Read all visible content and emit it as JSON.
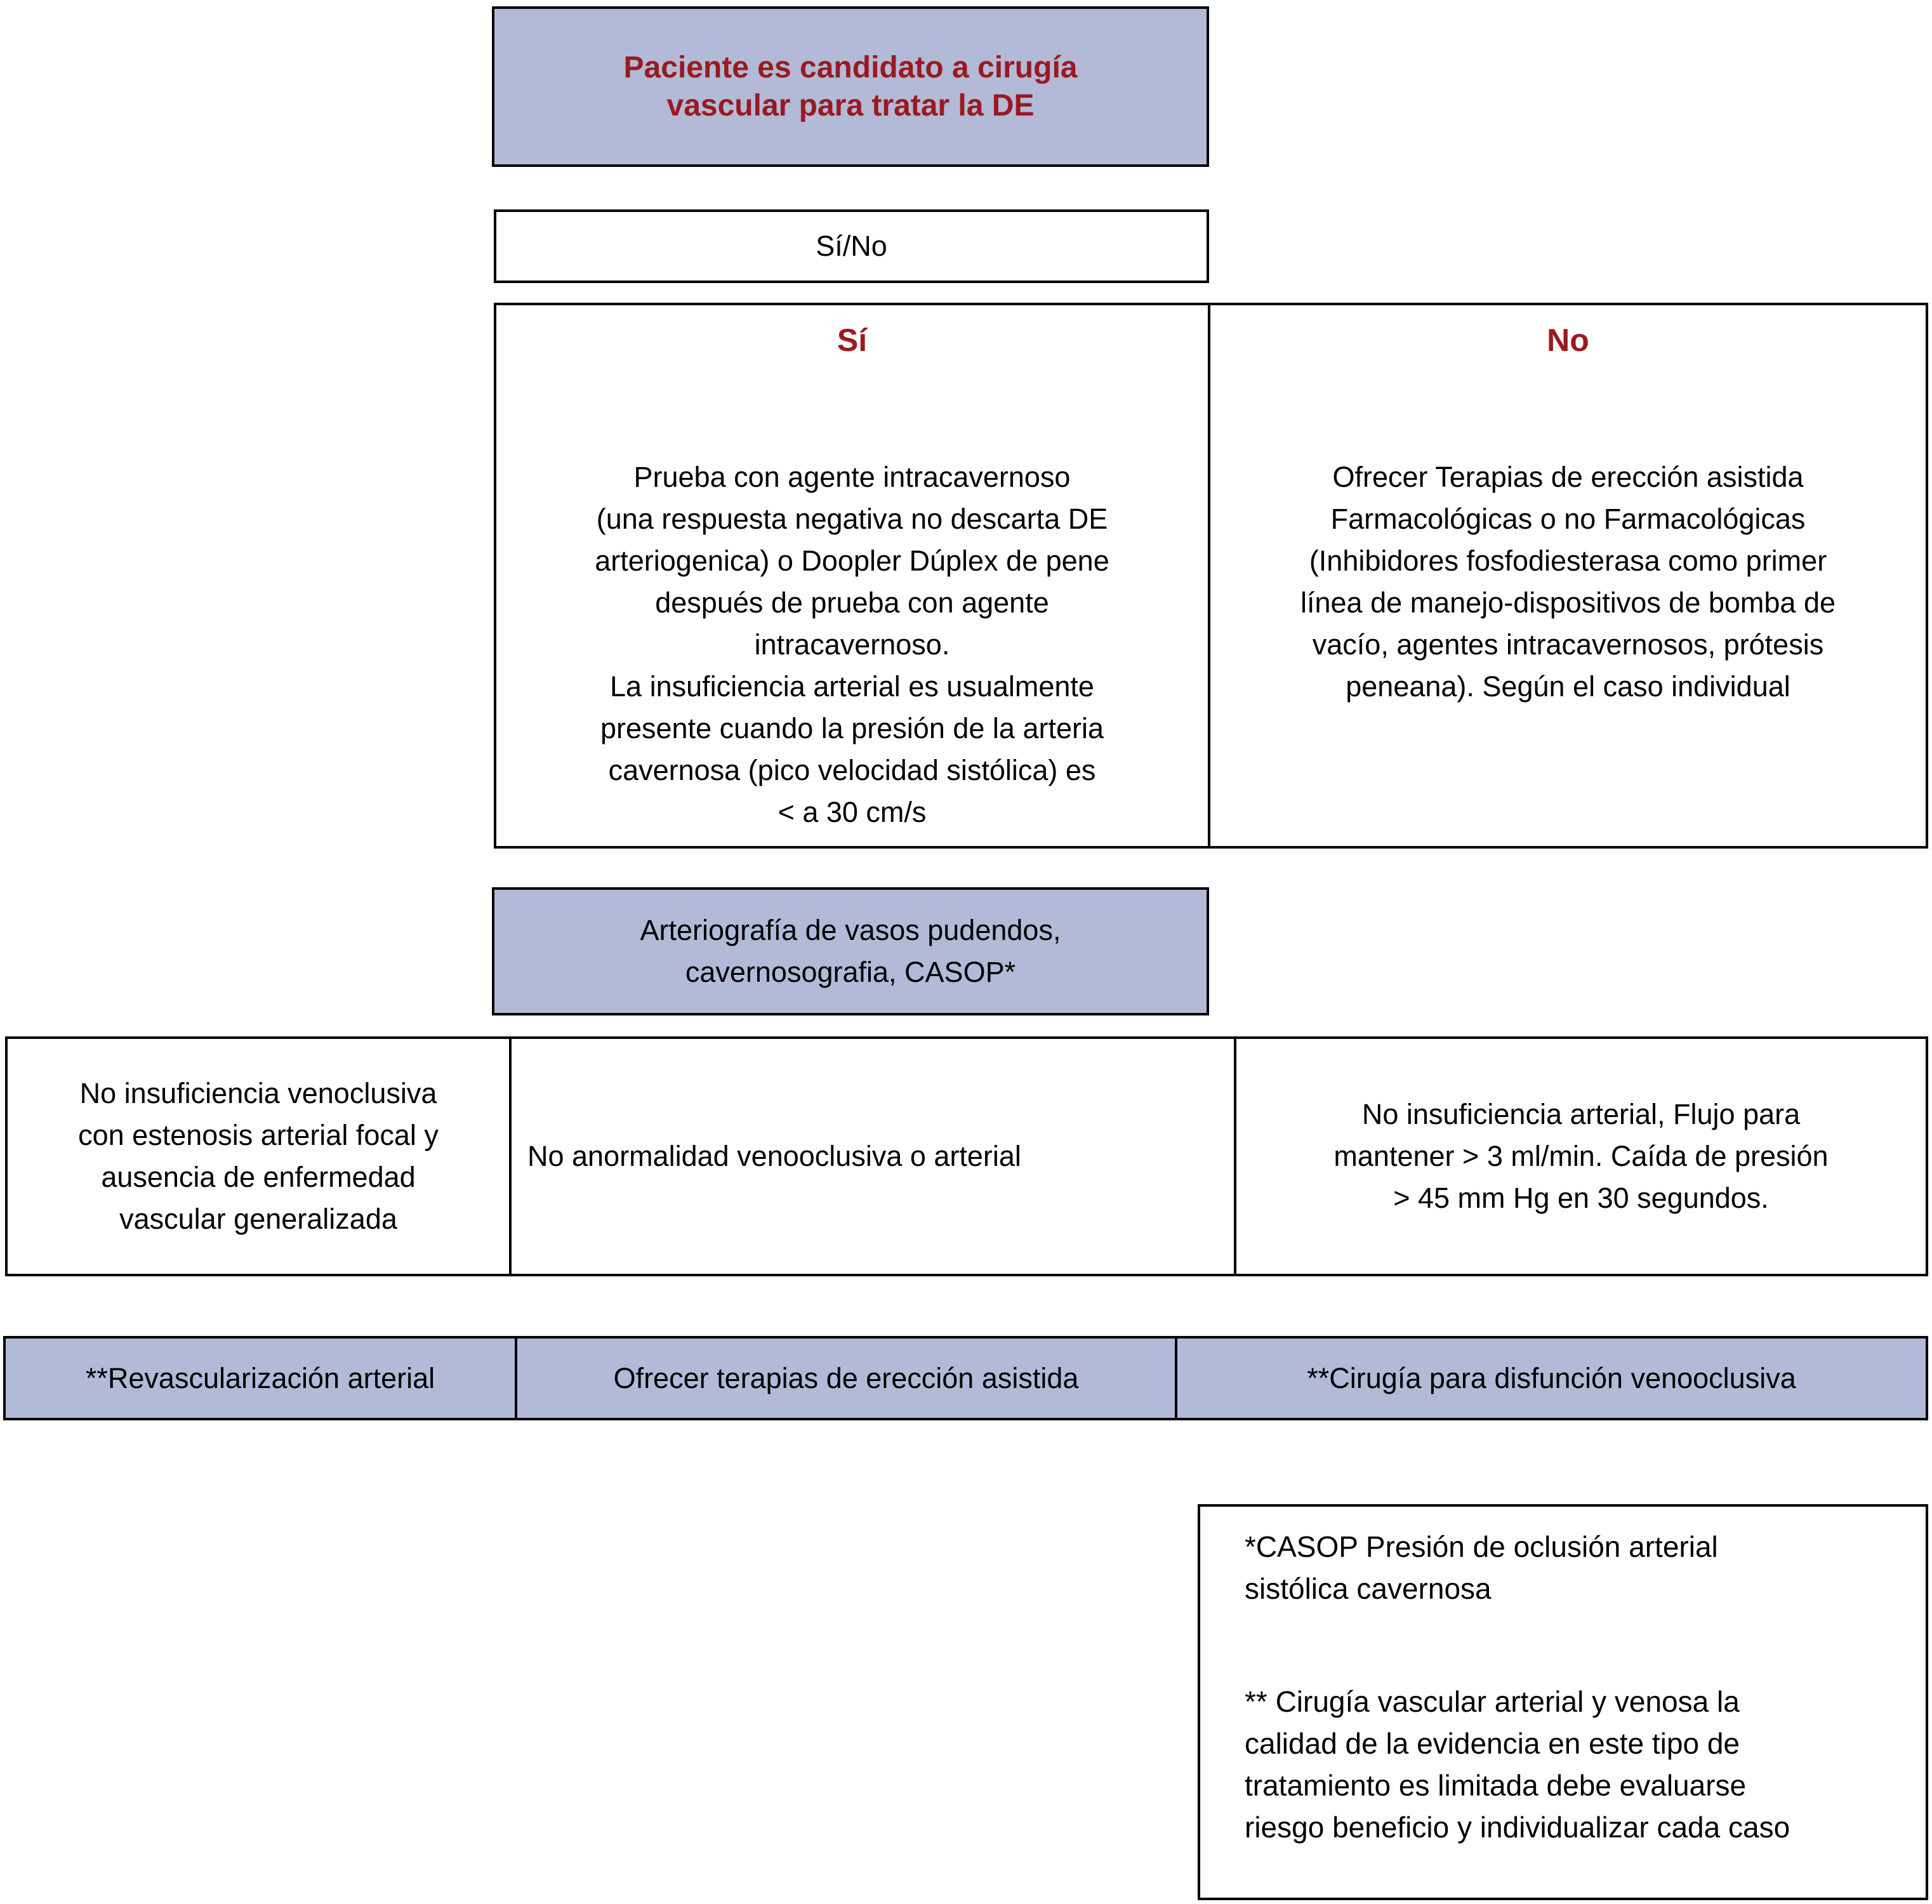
{
  "palette": {
    "box_fill_blue": "#b2bad8",
    "accent_dark_red": "#9b191e",
    "border_black": "#000000",
    "text_black": "#000000",
    "background_white": "#ffffff"
  },
  "flowchart": {
    "title_box": {
      "text": "Paciente es candidato a cirugía\nvascular para tratar la DE"
    },
    "decision_box": {
      "text": "Sí/No"
    },
    "yes_column": {
      "header": "Sí",
      "body": "Prueba con agente intracavernoso\n(una respuesta negativa no descarta DE\narteriogenica) o Doopler Dúplex de pene\ndespués de prueba con agente\nintracavernoso.\nLa insuficiencia arterial es usualmente\npresente cuando la presión de la arteria\ncavernosa (pico velocidad sistólica) es\n< a 30 cm/s"
    },
    "no_column": {
      "header": "No",
      "body": "Ofrecer Terapias de erección asistida\nFarmacológicas o no Farmacológicas\n(Inhibidores fosfodiesterasa como primer\nlínea de manejo-dispositivos de bomba de\nvacío, agentes intracavernosos, prótesis\npeneana). Según el caso individual"
    },
    "arteriography_box": {
      "text": "Arteriografía de vasos pudendos,\ncavernosografia, CASOP*"
    },
    "findings_row": {
      "left": "No insuficiencia venoclusiva\ncon estenosis arterial focal y\nausencia de enfermedad\nvascular generalizada",
      "middle": "No anormalidad venooclusiva o arterial",
      "right": "No insuficiencia arterial, Flujo para\nmantener > 3 ml/min. Caída de presión\n> 45 mm Hg en 30 segundos."
    },
    "treatment_row": {
      "left": "**Revascularización arterial",
      "middle": "Ofrecer terapias de erección asistida",
      "right": "**Cirugía para disfunción venooclusiva"
    },
    "footnote_box": {
      "casop_note": "*CASOP Presión de oclusión arterial\nsistólica cavernosa",
      "surgery_note": "** Cirugía vascular arterial y venosa la\ncalidad de la evidencia en este tipo de\ntratamiento es limitada debe evaluarse\nriesgo beneficio y individualizar cada caso"
    }
  }
}
